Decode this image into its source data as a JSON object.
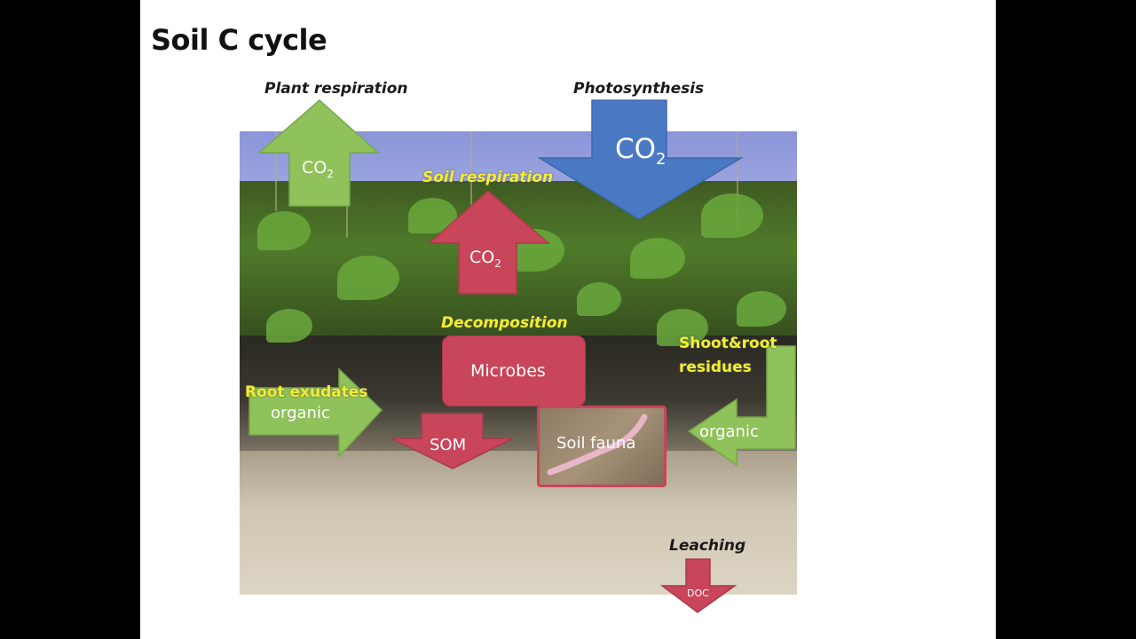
{
  "slide": {
    "title": "Soil C cycle"
  },
  "captions": {
    "plant_respiration": "Plant respiration",
    "photosynthesis": "Photosynthesis",
    "leaching": "Leaching"
  },
  "yellow_labels": {
    "soil_respiration": "Soil respiration",
    "decomposition": "Decomposition",
    "root_exudates": "Root exudates",
    "shoot_root_residues_line1": "Shoot&root",
    "shoot_root_residues_line2": "residues"
  },
  "arrows": {
    "plant_co2": {
      "main": "CO",
      "sub": "2"
    },
    "photo_co2": {
      "main": "CO",
      "sub": "2"
    },
    "soil_co2": {
      "main": "CO",
      "sub": "2"
    },
    "root_exudates_organic": "organic",
    "residues_organic": "organic",
    "som": "SOM",
    "doc": "DOC"
  },
  "boxes": {
    "microbes": "Microbes",
    "soil_fauna": "Soil fauna"
  },
  "colors": {
    "green_arrow": "#8fc25a",
    "blue_arrow": "#4a79c4",
    "red_arrow": "#c8455a",
    "label_yellow": "#f4ef2a"
  }
}
